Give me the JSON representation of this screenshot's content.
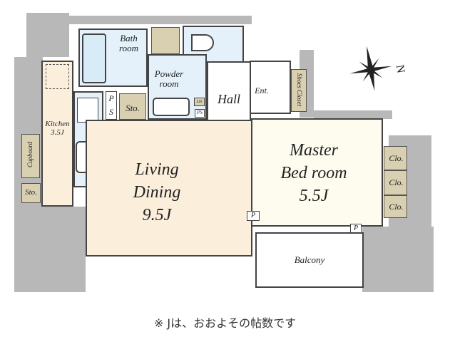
{
  "rooms": {
    "bath": "Bath\nroom",
    "bath_1": "Bath",
    "bath_2": "room",
    "powder_1": "Powder",
    "powder_2": "room",
    "hall": "Hall",
    "entrance": "Ent.",
    "shoes_closet": "Shoes Closet",
    "kitchen": "Kitchen",
    "kitchen_size": "3.5J",
    "ps": "P\nS",
    "ps_1": "P",
    "ps_2": "S",
    "storage": "Sto.",
    "storage2": "Sto.",
    "cupboard": "Cupboard",
    "living_1": "Living",
    "living_2": "Dining",
    "living_size": "9.5J",
    "master_1": "Master",
    "master_2": "Bed room",
    "master_size": "5.5J",
    "closet": "Clo.",
    "pipe": "P",
    "small_ps": "PS",
    "lin": "Lin",
    "balcony": "Balcony"
  },
  "compass": {
    "label": "N",
    "icon": "compass-rose-icon"
  },
  "note": "※ Jは、おおよその帖数です",
  "colors": {
    "wall": "#b8b8b8",
    "living": "#fbefdc",
    "bedroom": "#fdfcef",
    "wet": "#e4f1fa",
    "storage": "#d9d0b2"
  }
}
